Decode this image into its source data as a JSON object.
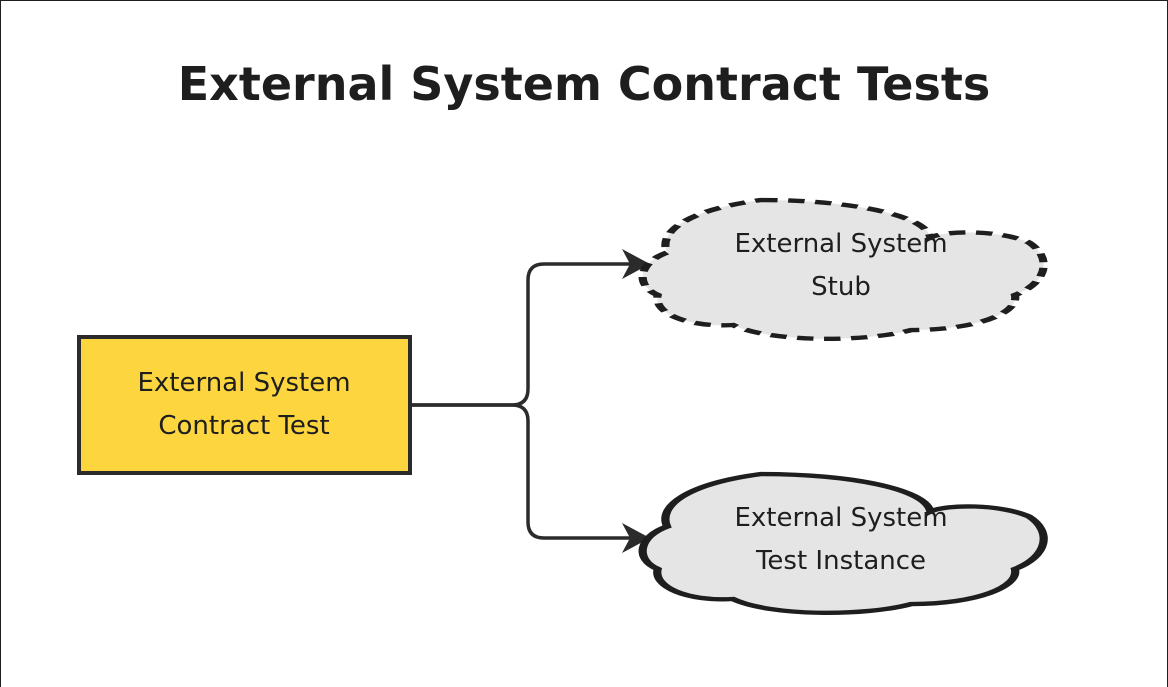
{
  "title": "External System Contract Tests",
  "nodes": {
    "contract_test": {
      "line1": "External System",
      "line2": "Contract Test",
      "fill": "#FDD63F",
      "shape": "rectangle"
    },
    "stub": {
      "line1": "External System",
      "line2": "Stub",
      "fill": "#E5E5E5",
      "shape": "cloud",
      "border": "dashed"
    },
    "test_instance": {
      "line1": "External System",
      "line2": "Test Instance",
      "fill": "#E5E5E5",
      "shape": "cloud",
      "border": "solid"
    }
  },
  "edges": [
    {
      "from": "contract_test",
      "to": "stub"
    },
    {
      "from": "contract_test",
      "to": "test_instance"
    }
  ],
  "colors": {
    "stroke": "#2b2b2b",
    "text": "#1e1e1e"
  }
}
